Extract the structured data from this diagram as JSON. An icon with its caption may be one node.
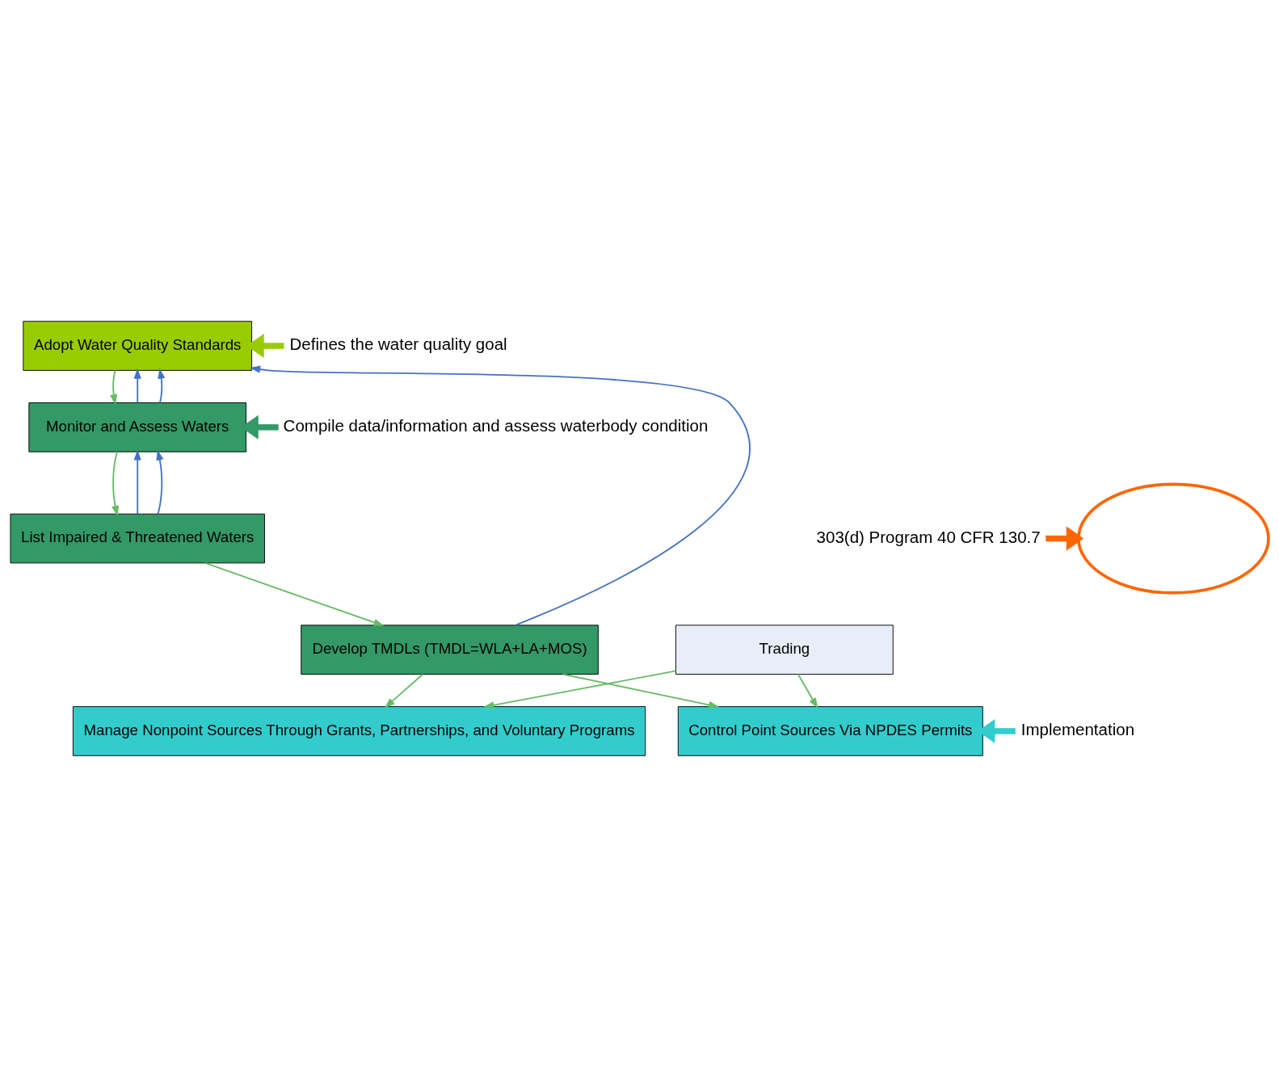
{
  "diagram": {
    "nodes": [
      {
        "text": [
          "Adopt Water Quality Standards"
        ]
      },
      {
        "text": [
          "Monitor and Assess Waters"
        ]
      },
      {
        "text": [
          "List Impaired & Threatened Waters"
        ]
      },
      {
        "text": [
          "Develop TMDLs (TMDL=WLA+LA+MOS)"
        ]
      },
      {
        "text": [
          "Control Point Sources Via NPDES Permits"
        ]
      },
      {
        "text": [
          "Manage Nonpoint Sources Through Grants, Partnerships, and Voluntary Programs"
        ]
      },
      {
        "text": [
          "Trading"
        ]
      },
      {
        "text": [
          "Defines the water quality goal"
        ]
      },
      {
        "text": [
          "Compile data/information and assess waterbody condition"
        ]
      },
      {
        "text": [
          "303(d) Program 40 CFR 130.7"
        ]
      },
      {
        "text": [
          "Implementation"
        ]
      },
      {
        "text": [],
        "shape": "ellipse"
      }
    ],
    "edges": [
      {
        "from": 0,
        "to": 1,
        "arrow": "to"
      },
      {
        "from": 1,
        "to": 0,
        "arrow": "to",
        "color": "#4472c4"
      },
      {
        "from": 1,
        "to": 0,
        "arrow": "to",
        "color": "#4472c4"
      },
      {
        "from": 1,
        "to": 2,
        "arrow": "to"
      },
      {
        "from": 2,
        "to": 1,
        "arrow": "to",
        "color": "#4472c4"
      },
      {
        "from": 2,
        "to": 1,
        "arrow": "to",
        "color": "#4472c4"
      },
      {
        "from": 2,
        "to": 3,
        "arrow": "to"
      },
      {
        "from": 3,
        "to": 0,
        "arrow": "to",
        "color": "#4472c4"
      },
      {
        "from": 3,
        "to": 4,
        "arrow": "to"
      },
      {
        "from": 3,
        "to": 5,
        "arrow": "to"
      },
      {
        "from": 6,
        "to": 4,
        "arrow": "to"
      },
      {
        "from": 6,
        "to": 5,
        "arrow": "to"
      },
      {
        "from": 7,
        "to": 0,
        "arrow": "to",
        "style": "thick",
        "color": "#99cc00"
      },
      {
        "from": 8,
        "to": 1,
        "arrow": "to",
        "style": "thick",
        "color": "#339966"
      },
      {
        "from": 9,
        "to": 11,
        "arrow": "to",
        "style": "thick",
        "color": "#ff6600"
      },
      {
        "from": 10,
        "to": 4,
        "arrow": "to",
        "style": "thick",
        "color": "#33cccc"
      }
    ]
  }
}
